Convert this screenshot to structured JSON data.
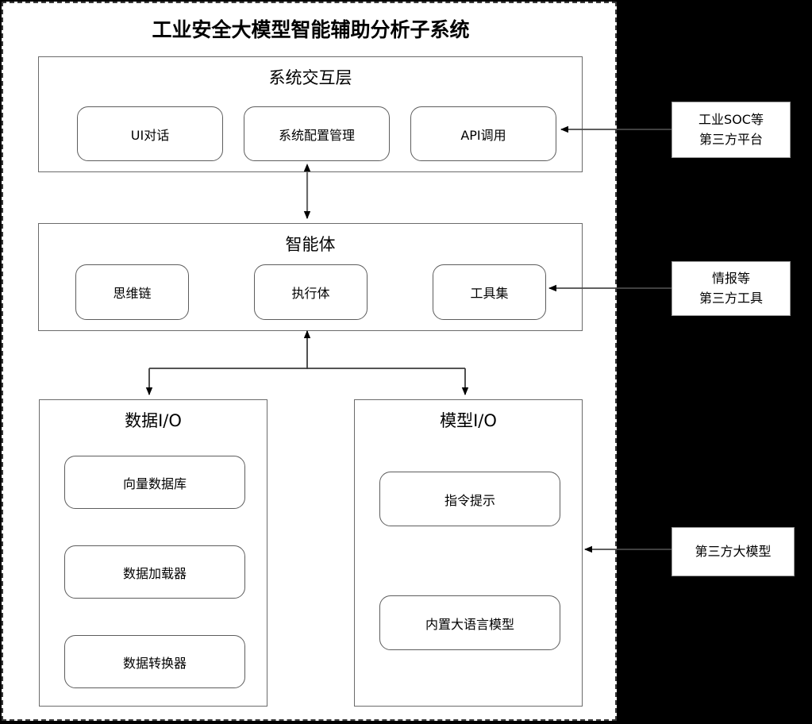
{
  "system": {
    "title": "工业安全大模型智能辅助分析子系统"
  },
  "layers": [
    {
      "id": "interaction",
      "title": "系统交互层",
      "modules": [
        {
          "id": "ui-dialog",
          "label": "UI对话"
        },
        {
          "id": "sys-config",
          "label": "系统配置管理"
        },
        {
          "id": "api-call",
          "label": "API调用"
        }
      ]
    },
    {
      "id": "agent",
      "title": "智能体",
      "modules": [
        {
          "id": "cot",
          "label": "思维链"
        },
        {
          "id": "executor",
          "label": "执行体"
        },
        {
          "id": "toolset",
          "label": "工具集"
        }
      ]
    },
    {
      "id": "data-io",
      "title": "数据I/O",
      "modules": [
        {
          "id": "vector-db",
          "label": "向量数据库"
        },
        {
          "id": "data-loader",
          "label": "数据加载器"
        },
        {
          "id": "data-trans",
          "label": "数据转换器"
        }
      ]
    },
    {
      "id": "model-io",
      "title": "模型I/O",
      "modules": [
        {
          "id": "prompt",
          "label": "指令提示"
        },
        {
          "id": "builtin-llm",
          "label": "内置大语言模型"
        }
      ]
    }
  ],
  "external": [
    {
      "id": "soc",
      "line1": "工业SOC等",
      "line2": "第三方平台"
    },
    {
      "id": "intel",
      "line1": "情报等",
      "line2": "第三方工具"
    },
    {
      "id": "llm",
      "line1": "第三方大模型",
      "line2": ""
    }
  ],
  "colors": {
    "background": "#000000",
    "panel": "#ffffff",
    "border": "#6b6b6b",
    "dashed_border": "#3a3a3a",
    "connector": "#555555",
    "arrowhead": "#000000",
    "text": "#000000"
  }
}
